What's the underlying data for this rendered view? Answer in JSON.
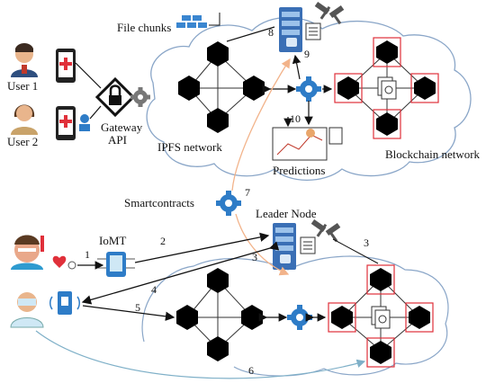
{
  "labels": {
    "file_chunks": "File chunks",
    "user1": "User 1",
    "user2": "User 2",
    "gateway_api_line1": "Gateway",
    "gateway_api_line2": "API",
    "ipfs_network": "IPFS network",
    "predictions": "Predictions",
    "blockchain_network": "Blockchain network",
    "smartcontracts": "Smartcontracts",
    "leader_node": "Leader Node",
    "iomt": "IoMT"
  },
  "step_numbers": {
    "n1": "1",
    "n2": "2",
    "n3a": "3",
    "n3b": "3",
    "n4": "4",
    "n5": "5",
    "n6": "6",
    "n7": "7",
    "n8": "8",
    "n9": "9",
    "n10": "10"
  },
  "colors": {
    "hexagon_fill": "#000000",
    "blockchain_box": "#e0303a",
    "gear_blue": "#2e7cc7",
    "server_blue": "#3a6fb5",
    "cloud_edge": "#8aa6c8",
    "orange_arrow": "#f2b38a",
    "teal_arrow": "#7fb0c8"
  },
  "icons": [
    "user-male-avatar-icon",
    "user-female-avatar-icon",
    "mobile-medical-icon",
    "lock-gateway-icon",
    "gear-icon",
    "server-icon",
    "hammer-icon",
    "file-chunks-icon",
    "prediction-chart-icon",
    "patient-icon",
    "doctor-icon",
    "heart-monitor-icon",
    "iomt-device-icon"
  ]
}
